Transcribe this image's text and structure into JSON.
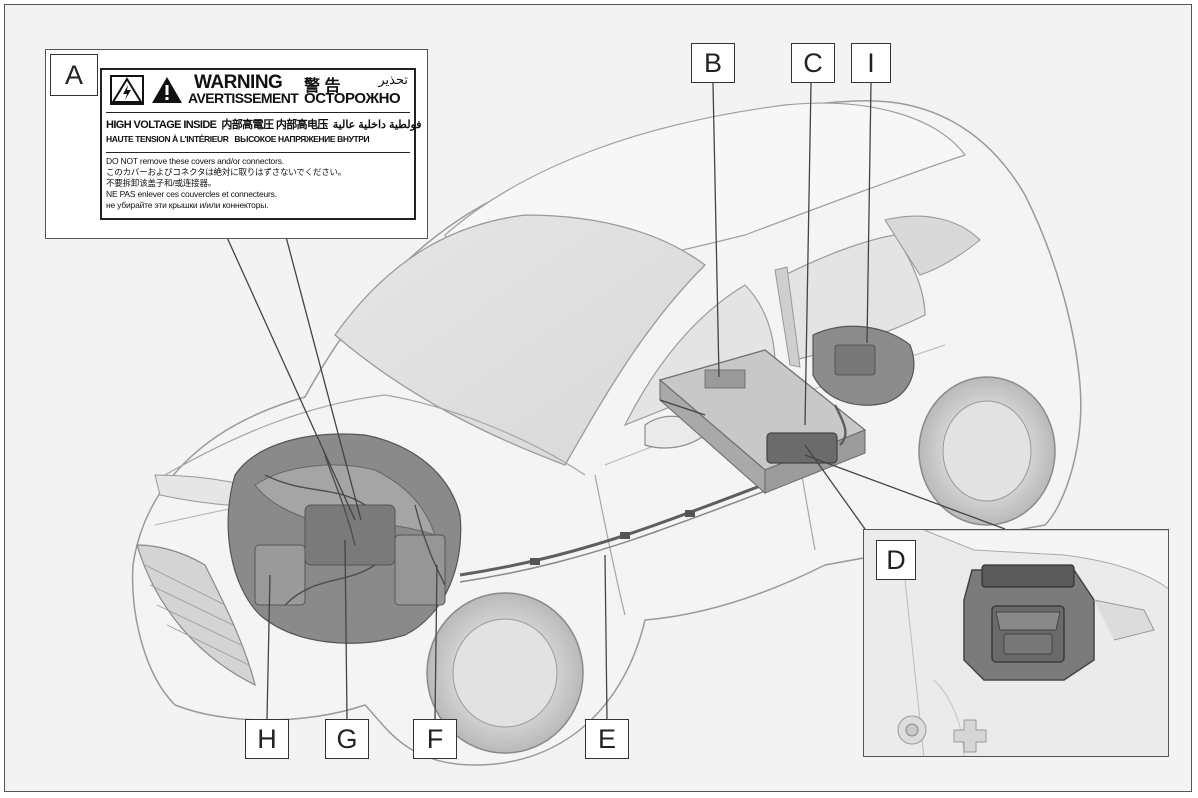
{
  "callouts": {
    "A": "A",
    "B": "B",
    "C": "C",
    "I": "I",
    "D": "D",
    "E": "E",
    "F": "F",
    "G": "G",
    "H": "H"
  },
  "warning_label": {
    "warning": "WARNING",
    "kanji": "警 告",
    "arabic_warning": "تحذير",
    "avertissement": "AVERTISSEMENT",
    "russian_warning": "ОСТОРОЖНО",
    "high_voltage": "HIGH VOLTAGE INSIDE",
    "high_voltage_cjk": "内部高電圧  内部高电压",
    "high_voltage_arabic": "فولطية داخلية عالية",
    "haute_tension": "HAUTE TENSION À L'INTÉRIEUR",
    "high_voltage_russian": "ВЫСОКОЕ НАПРЯЖЕНИЕ ВНУТРИ",
    "notice_lines": [
      "DO NOT remove these covers and/or connectors.",
      "このカバーおよびコネクタは絶対に取りはずさないでください。",
      "不要拆卸该盖子和/或连接器。",
      "NE PAS enlever ces couvercles et connecteurs.",
      "не убирайте эти крышки и/или коннекторы."
    ]
  },
  "colors": {
    "line": "#8a8a8a",
    "body_fill": "#f2f2f2",
    "component_dark": "#6a6a6a",
    "sticker_border": "#222222"
  }
}
